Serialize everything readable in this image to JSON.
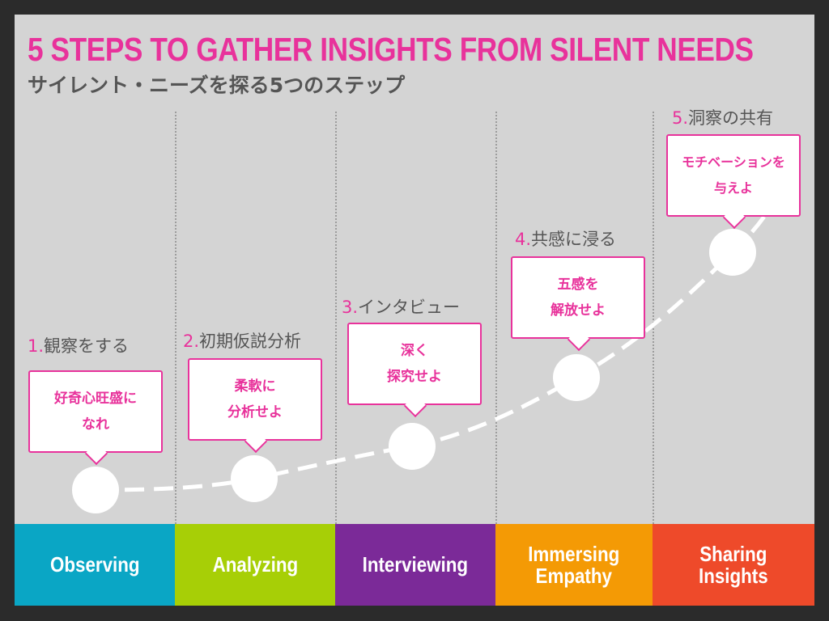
{
  "title": "5 STEPS TO GATHER INSIGHTS FROM SILENT NEEDS",
  "subtitle": "サイレント・ニーズを探る5つのステップ",
  "colors": {
    "accent": "#e8329b",
    "observing": "#0aa6c5",
    "analyzing": "#a7cf06",
    "interviewing": "#7b2a98",
    "immersing": "#f49a05",
    "sharing": "#ee4a2a"
  },
  "steps": [
    {
      "num": "1.",
      "label": "観察をする",
      "bubble": "好奇心旺盛に\nなれ",
      "band": "Observing"
    },
    {
      "num": "2.",
      "label": "初期仮説分析",
      "bubble": "柔軟に\n分析せよ",
      "band": "Analyzing"
    },
    {
      "num": "3.",
      "label": "インタビュー",
      "bubble": "深く\n探究せよ",
      "band": "Interviewing"
    },
    {
      "num": "4.",
      "label": "共感に浸る",
      "bubble": "五感を\n解放せよ",
      "band": "Immersing\nEmpathy"
    },
    {
      "num": "5.",
      "label": "洞察の共有",
      "bubble": "モチベーションを\n与えよ",
      "band": "Sharing\nInsights"
    }
  ]
}
